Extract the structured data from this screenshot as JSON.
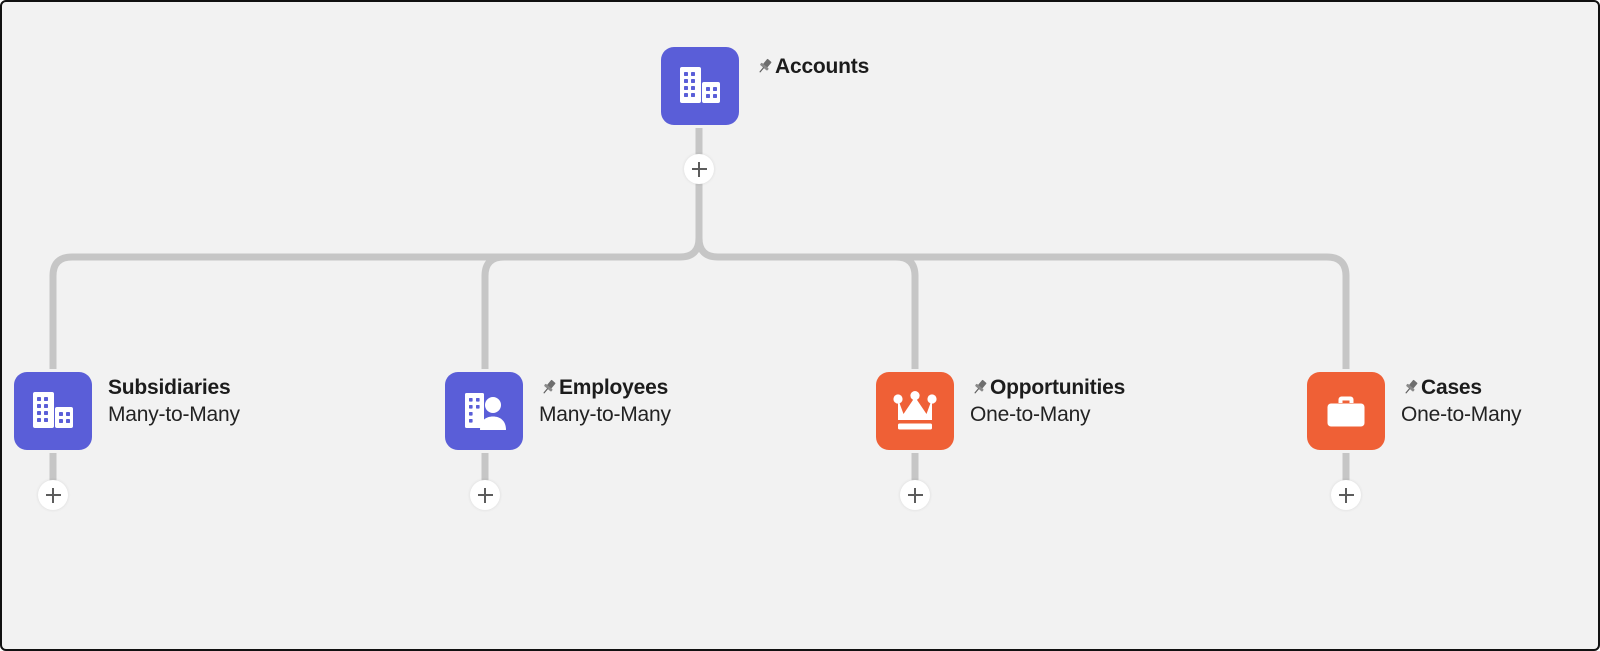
{
  "canvas": {
    "background_color": "#f2f2f2",
    "border_color": "#111111",
    "connector_color": "#c6c6c6"
  },
  "colors": {
    "purple_tile": "#5a5ed8",
    "orange_tile": "#ef6036",
    "title_text": "#1c1c1c",
    "subtitle_text": "#232323"
  },
  "root": {
    "id": "accounts",
    "title": "Accounts",
    "relationship": "",
    "pinned": true,
    "pin_icon": "pin-icon",
    "icon": "buildings-icon",
    "tile_color": "purple",
    "add_button_label": "+"
  },
  "children": [
    {
      "id": "subsidiaries",
      "title": "Subsidiaries",
      "relationship": "Many-to-Many",
      "pinned": false,
      "pin_icon": "",
      "icon": "buildings-icon",
      "tile_color": "purple",
      "add_button_label": "+"
    },
    {
      "id": "employees",
      "title": "Employees",
      "relationship": "Many-to-Many",
      "pinned": true,
      "pin_icon": "pin-icon",
      "icon": "building-person-icon",
      "tile_color": "purple",
      "add_button_label": "+"
    },
    {
      "id": "opportunities",
      "title": "Opportunities",
      "relationship": "One-to-Many",
      "pinned": true,
      "pin_icon": "pin-icon",
      "icon": "crown-icon",
      "tile_color": "orange",
      "add_button_label": "+"
    },
    {
      "id": "cases",
      "title": "Cases",
      "relationship": "One-to-Many",
      "pinned": true,
      "pin_icon": "pin-icon",
      "icon": "briefcase-icon",
      "tile_color": "orange",
      "add_button_label": "+"
    }
  ]
}
